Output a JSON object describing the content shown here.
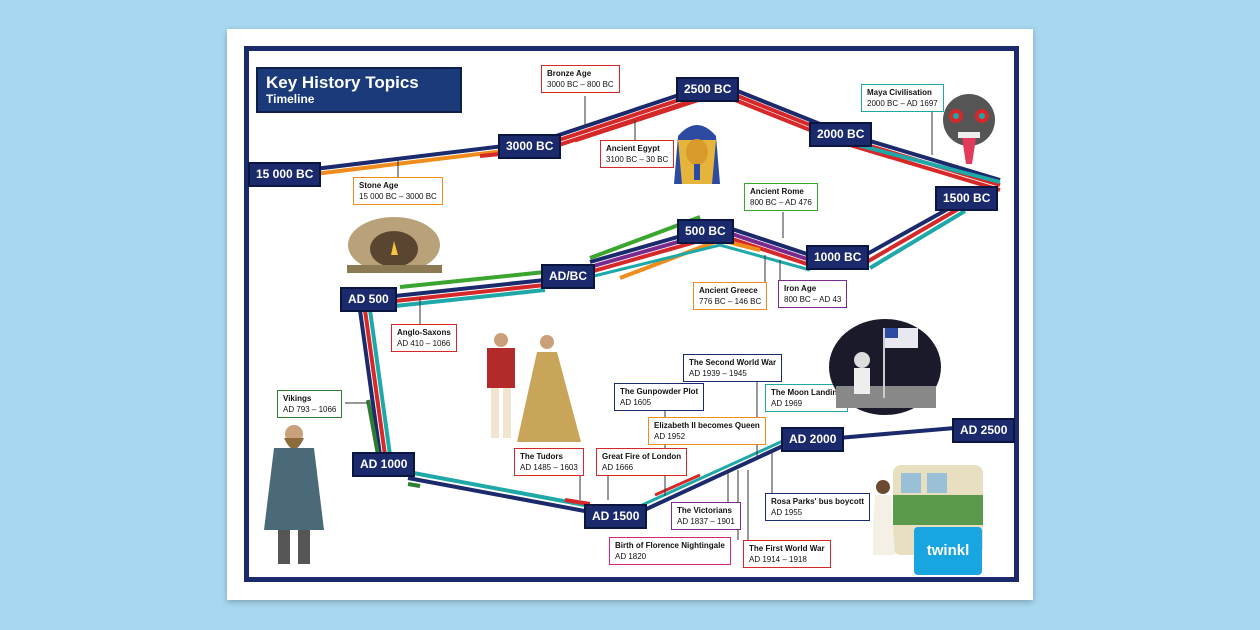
{
  "title": {
    "main": "Key History Topics",
    "sub": "Timeline"
  },
  "dates": {
    "d15000bc": "15 000 BC",
    "d3000bc": "3000 BC",
    "d2500bc": "2500 BC",
    "d2000bc": "2000 BC",
    "d1500bc": "1500 BC",
    "d1000bc": "1000 BC",
    "d500bc": "500 BC",
    "adbc": "AD/BC",
    "ad500": "AD 500",
    "ad1000": "AD 1000",
    "ad1500": "AD 1500",
    "ad2000": "AD 2000",
    "ad2500": "AD 2500"
  },
  "topics": {
    "bronze_age": {
      "name": "Bronze Age",
      "range": "3000 BC – 800 BC",
      "color": "#d62828"
    },
    "stone_age": {
      "name": "Stone Age",
      "range": "15 000 BC – 3000 BC",
      "color": "#f08c1c"
    },
    "ancient_egypt": {
      "name": "Ancient Egypt",
      "range": "3100 BC – 30 BC",
      "color": "#d62828"
    },
    "maya": {
      "name": "Maya Civilisation",
      "range": "2000 BC – AD 1697",
      "color": "#1fa8a8"
    },
    "ancient_rome": {
      "name": "Ancient Rome",
      "range": "800 BC – AD 476",
      "color": "#3aa52f"
    },
    "ancient_greece": {
      "name": "Ancient Greece",
      "range": "776 BC – 146 BC",
      "color": "#f08c1c"
    },
    "iron_age": {
      "name": "Iron Age",
      "range": "800 BC – AD 43",
      "color": "#7a2a8c"
    },
    "anglo_saxons": {
      "name": "Anglo-Saxons",
      "range": "AD 410 – 1066",
      "color": "#d62828"
    },
    "vikings": {
      "name": "Vikings",
      "range": "AD 793 – 1066",
      "color": "#2e7d32"
    },
    "tudors": {
      "name": "The Tudors",
      "range": "AD 1485 – 1603",
      "color": "#d62828"
    },
    "ww2": {
      "name": "The Second World War",
      "range": "AD 1939 – 1945",
      "color": "#1a2a6c"
    },
    "gunpowder": {
      "name": "The Gunpowder Plot",
      "range": "AD 1605",
      "color": "#1a2a6c"
    },
    "moon": {
      "name": "The Moon Landing",
      "range": "AD 1969",
      "color": "#1fa8a8"
    },
    "elizabeth": {
      "name": "Elizabeth II becomes Queen",
      "range": "AD 1952",
      "color": "#f08c1c"
    },
    "fire_london": {
      "name": "Great Fire of London",
      "range": "AD 1666",
      "color": "#d62828"
    },
    "victorians": {
      "name": "The Victorians",
      "range": "AD 1837 – 1901",
      "color": "#7a2a8c"
    },
    "rosa_parks": {
      "name": "Rosa Parks' bus boycott",
      "range": "AD 1955",
      "color": "#1a2a6c"
    },
    "nightingale": {
      "name": "Birth of Florence Nightingale",
      "range": "AD 1820",
      "color": "#d6287a"
    },
    "ww1": {
      "name": "The First World War",
      "range": "AD 1914 – 1918",
      "color": "#d62828"
    }
  },
  "brand": "twinkl"
}
